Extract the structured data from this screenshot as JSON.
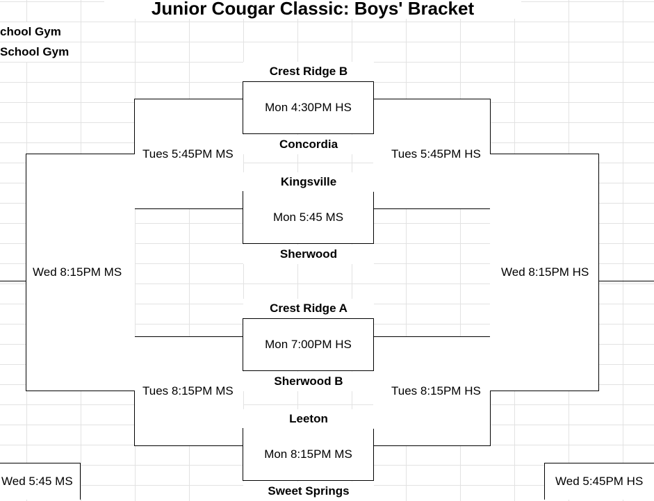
{
  "title": "Junior Cougar Classic: Boys' Bracket",
  "header": {
    "line1": "chool Gym",
    "line2": " School Gym"
  },
  "round1": [
    {
      "top_team": "Crest Ridge B",
      "game": "Mon 4:30PM HS",
      "bottom_team": "Concordia"
    },
    {
      "top_team": "Kingsville",
      "game": "Mon 5:45 MS",
      "bottom_team": "Sherwood"
    },
    {
      "top_team": "Crest Ridge A",
      "game": "Mon 7:00PM HS",
      "bottom_team": "Sherwood B"
    },
    {
      "top_team": "Leeton",
      "game": "Mon 8:15PM MS",
      "bottom_team": "Sweet Springs"
    }
  ],
  "round2": {
    "left_top": "Tues 5:45PM MS",
    "right_top": "Tues 5:45PM HS",
    "left_bottom": "Tues 8:15PM MS",
    "right_bottom": "Tues 8:15PM HS"
  },
  "round3": {
    "left": "Wed 8:15PM MS",
    "right": "Wed 8:15PM HS"
  },
  "bottom": {
    "left": "Wed 5:45 MS",
    "right": "Wed 5:45PM HS"
  }
}
